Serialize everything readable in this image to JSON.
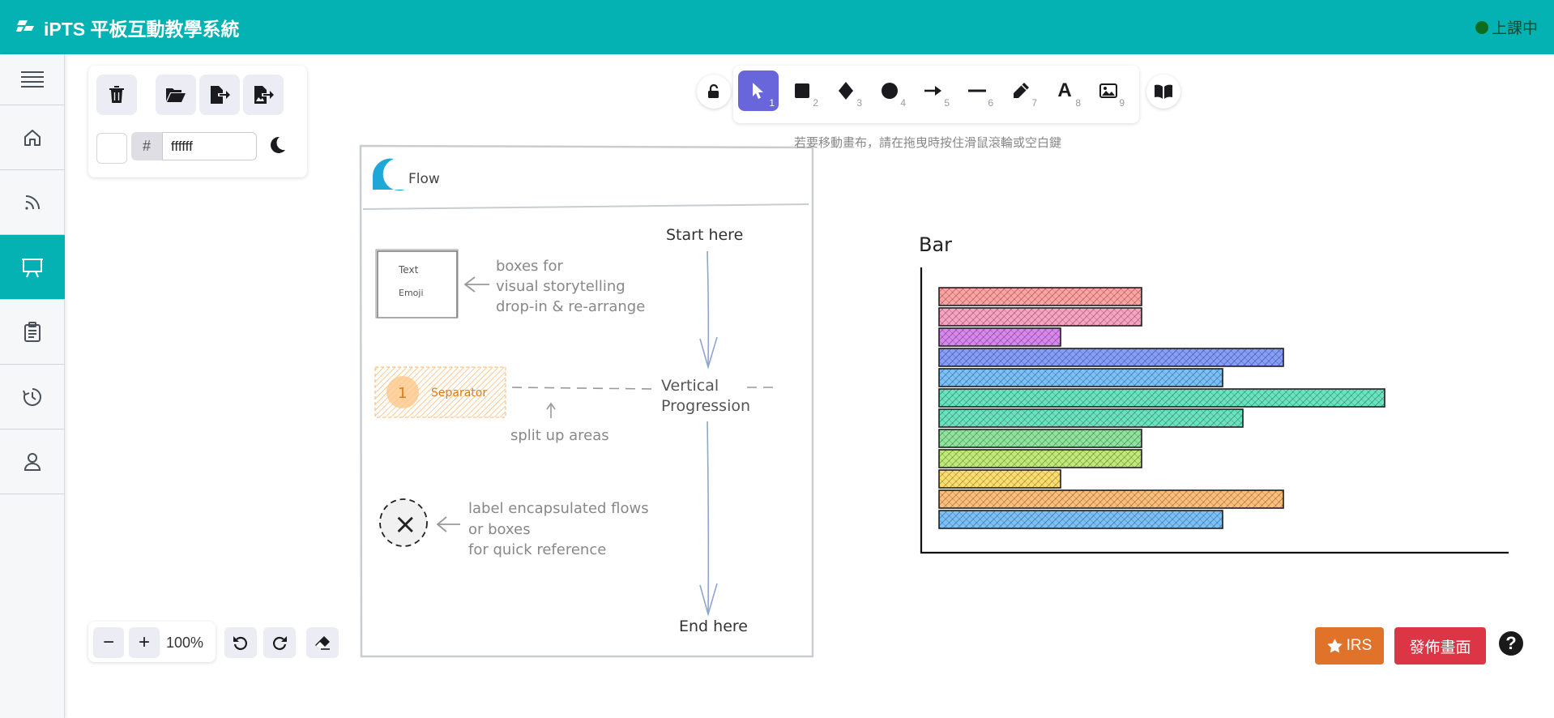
{
  "app": {
    "title": "iPTS 平板互動教學系統",
    "status": "上課中",
    "status_color": "#0c6d1e",
    "accent": "#05b2b3"
  },
  "sidebar": {
    "items": [
      {
        "name": "menu",
        "icon": "hamburger-icon"
      },
      {
        "name": "home",
        "icon": "home-icon"
      },
      {
        "name": "feed",
        "icon": "rss-icon"
      },
      {
        "name": "whiteboard",
        "icon": "easel-icon",
        "active": true
      },
      {
        "name": "notes",
        "icon": "clipboard-icon"
      },
      {
        "name": "history",
        "icon": "clock-icon"
      },
      {
        "name": "profile",
        "icon": "user-icon"
      }
    ]
  },
  "left_panel": {
    "hash": "#",
    "color_value": "ffffff"
  },
  "toolbar": {
    "tools": [
      {
        "icon": "pointer-icon",
        "num": "1"
      },
      {
        "icon": "rectangle-icon",
        "num": "2"
      },
      {
        "icon": "diamond-icon",
        "num": "3"
      },
      {
        "icon": "ellipse-icon",
        "num": "4"
      },
      {
        "icon": "arrow-icon",
        "num": "5"
      },
      {
        "icon": "line-icon",
        "num": "6"
      },
      {
        "icon": "pencil-icon",
        "num": "7"
      },
      {
        "icon": "text-icon",
        "num": "8",
        "glyph": "A"
      },
      {
        "icon": "image-icon",
        "num": "9"
      }
    ],
    "hint": "若要移動畫布，請在拖曳時按住滑鼠滾輪或空白鍵"
  },
  "zoom": {
    "minus": "−",
    "plus": "+",
    "level": "100%"
  },
  "buttons": {
    "irs": "IRS",
    "publish": "發佈畫面",
    "help": "?"
  },
  "flow": {
    "logo_text": "Flow",
    "start": "Start here",
    "end": "End here",
    "box_text": "Text",
    "box_emoji": "Emoji",
    "box_desc": [
      "boxes for",
      "visual storytelling",
      "drop-in & re-arrange"
    ],
    "sep_number": "1",
    "sep_label": "Separator",
    "vertical": [
      "Vertical",
      "Progression"
    ],
    "split": "split up areas",
    "label_mark": "×",
    "label_desc": [
      "label encapsulated flows",
      "or boxes",
      "for quick reference"
    ]
  },
  "chart_data": {
    "type": "bar",
    "title": "Bar",
    "values": [
      10,
      10,
      6,
      17,
      14,
      22,
      15,
      10,
      10,
      6,
      17,
      14
    ],
    "colors": [
      "#ff8383",
      "#f783ac",
      "#cc5de8",
      "#5c7cfa",
      "#4dabf7",
      "#38d9a9",
      "#38d9a9",
      "#69db7c",
      "#a9e34b",
      "#ffd43b",
      "#ffa94d",
      "#4dabf7"
    ]
  }
}
